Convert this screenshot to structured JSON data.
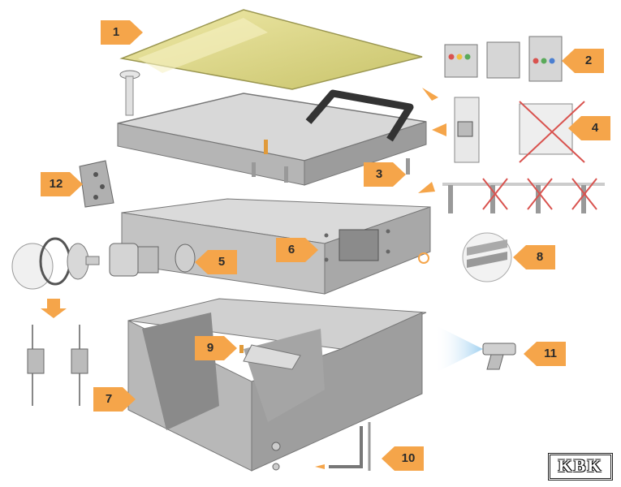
{
  "callouts": [
    {
      "id": "1",
      "label": "1"
    },
    {
      "id": "2",
      "label": "2"
    },
    {
      "id": "3",
      "label": "3"
    },
    {
      "id": "4",
      "label": "4"
    },
    {
      "id": "5",
      "label": "5"
    },
    {
      "id": "6",
      "label": "6"
    },
    {
      "id": "7",
      "label": "7"
    },
    {
      "id": "8",
      "label": "8"
    },
    {
      "id": "9",
      "label": "9"
    },
    {
      "id": "10",
      "label": "10"
    },
    {
      "id": "11",
      "label": "11"
    },
    {
      "id": "12",
      "label": "12"
    }
  ],
  "logo": {
    "text": "KBK"
  },
  "colors": {
    "callout_orange": "#f5a54a",
    "lid_yellow": "#dcd88a",
    "enclosure_grey": "#c9c9c9",
    "enclosure_dark": "#8a8a8a",
    "handle": "#333333",
    "cross_red": "#d9534f"
  }
}
